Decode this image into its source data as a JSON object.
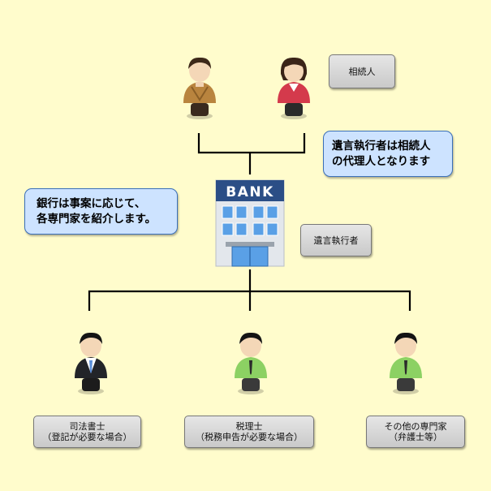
{
  "labels": {
    "heirs": "相続人",
    "executor": "遺言執行者",
    "scrivener_line1": "司法書士",
    "scrivener_line2": "（登記が必要な場合）",
    "tax_line1": "税理士",
    "tax_line2": "（税務申告が必要な場合）",
    "other_line1": "その他の専門家",
    "other_line2": "（弁護士等）"
  },
  "notes": {
    "executor_line1": "遺言執行者は相続人",
    "executor_line2": "の代理人となります",
    "bank_line1": "銀行は事案に応じて、",
    "bank_line2": "各専門家を紹介します。"
  },
  "bank_sign": "BANK",
  "colors": {
    "background": "#fffccc",
    "note_fill": "#cde3ff",
    "note_border": "#3a6fb8",
    "label_fill": "#d8d8d8",
    "connector": "#000000",
    "bank_blue": "#2b4e86",
    "window_blue": "#5aa0e6"
  }
}
